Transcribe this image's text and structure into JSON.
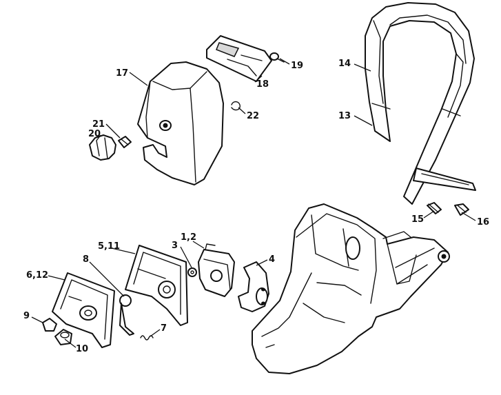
{
  "labels": {
    "p1_2": "1,2",
    "p3": "3",
    "p4": "4",
    "p5_11": "5,11",
    "p6_12": "6,12",
    "p7": "7",
    "p8": "8",
    "p9": "9",
    "p10": "10",
    "p13": "13",
    "p14": "14",
    "p15": "15",
    "p16": "16",
    "p17": "17",
    "p18": "18",
    "p19": "19",
    "p20": "20",
    "p21": "21",
    "p22": "22"
  }
}
